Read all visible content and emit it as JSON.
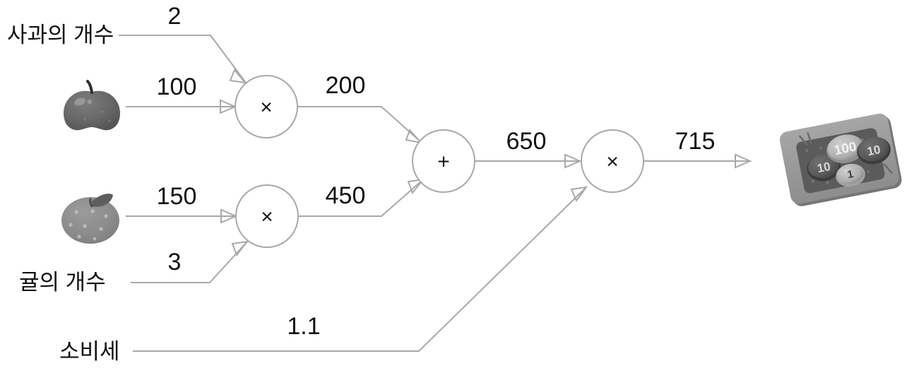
{
  "diagram": {
    "title": "computational-graph-apple-tangerine-tax",
    "colors": {
      "line": "#a8a8a8",
      "text": "#111111",
      "background": "#ffffff",
      "fruit_apple": "#6e6e6e",
      "fruit_tangerine": "#8f8f8f",
      "tray": "#9a9a9a"
    },
    "inputs": [
      {
        "id": "apple-count",
        "label": "사과의 개수"
      },
      {
        "id": "tangerine-count",
        "label": "귤의 개수"
      },
      {
        "id": "consumption-tax",
        "label": "소비세"
      }
    ],
    "images": [
      {
        "id": "apple",
        "name": "apple-image"
      },
      {
        "id": "tangerine",
        "name": "tangerine-image"
      },
      {
        "id": "coin-tray",
        "name": "coin-tray-image"
      }
    ],
    "nodes": [
      {
        "id": "mul-apple",
        "op": "×"
      },
      {
        "id": "mul-tangerine",
        "op": "×"
      },
      {
        "id": "add-total",
        "op": "+"
      },
      {
        "id": "mul-tax",
        "op": "×"
      }
    ],
    "edges": [
      {
        "id": "apple-count-to-mul",
        "value": "2"
      },
      {
        "id": "apple-price-to-mul",
        "value": "100"
      },
      {
        "id": "mul-apple-to-add",
        "value": "200"
      },
      {
        "id": "tangerine-price-to-mul",
        "value": "150"
      },
      {
        "id": "tangerine-count-to-mul",
        "value": "3"
      },
      {
        "id": "mul-tangerine-to-add",
        "value": "450"
      },
      {
        "id": "add-to-mul-tax",
        "value": "650"
      },
      {
        "id": "tax-to-mul-tax",
        "value": "1.1"
      },
      {
        "id": "mul-tax-to-output",
        "value": "715"
      }
    ],
    "coins": [
      {
        "id": "coin-100",
        "denomination": "100"
      },
      {
        "id": "coin-10-left",
        "denomination": "10"
      },
      {
        "id": "coin-10-right",
        "denomination": "10"
      },
      {
        "id": "coin-1",
        "denomination": "1"
      }
    ]
  }
}
